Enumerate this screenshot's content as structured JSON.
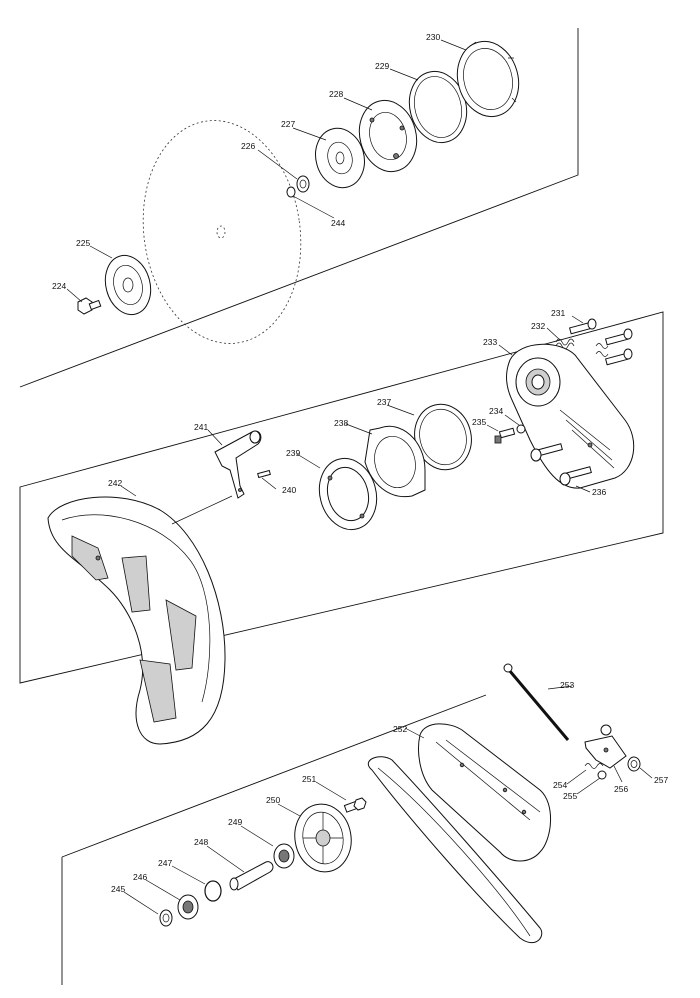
{
  "callouts": {
    "p224": "224",
    "p225": "225",
    "p226": "226",
    "p227": "227",
    "p228": "228",
    "p229": "229",
    "p230": "230",
    "p231": "231",
    "p232": "232",
    "p233": "233",
    "p234": "234",
    "p235": "235",
    "p236": "236",
    "p237": "237",
    "p238": "238",
    "p239": "239",
    "p240": "240",
    "p241": "241",
    "p242": "242",
    "p244": "244",
    "p245": "245",
    "p246": "246",
    "p247": "247",
    "p248": "248",
    "p249": "249",
    "p250": "250",
    "p251": "251",
    "p252": "252",
    "p253": "253",
    "p254": "254",
    "p255": "255",
    "p256": "256",
    "p257": "257"
  }
}
